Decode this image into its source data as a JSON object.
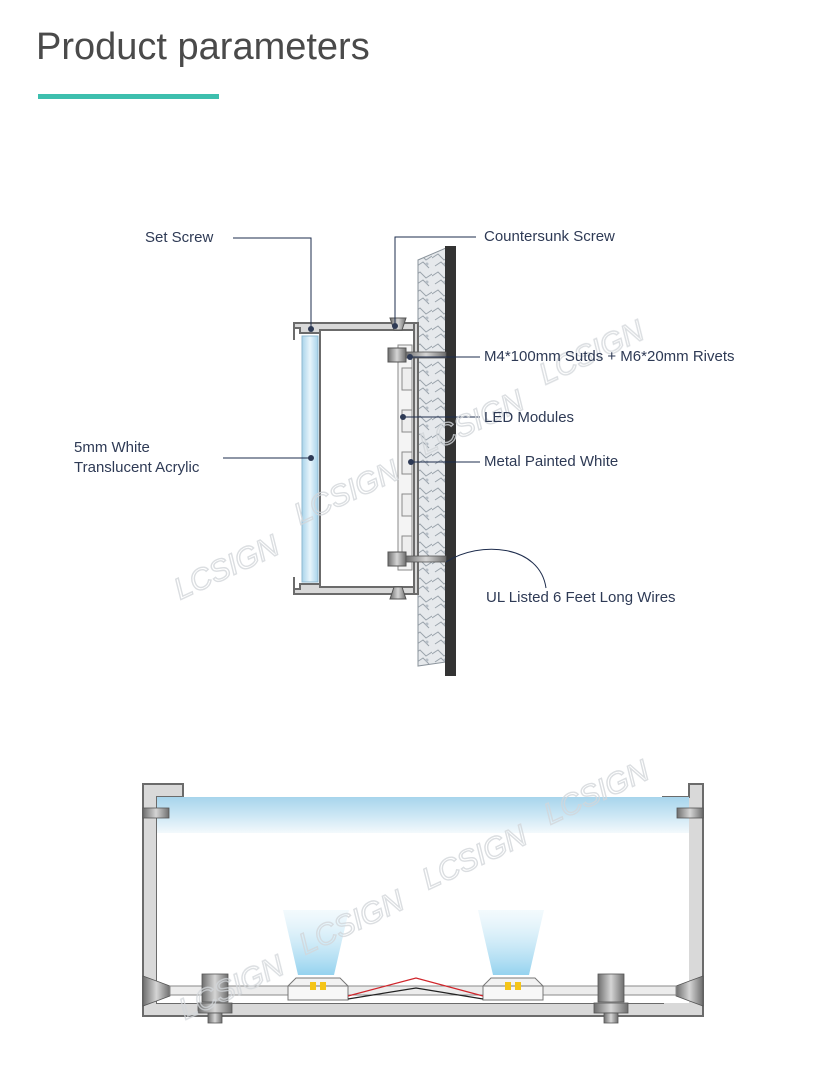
{
  "page": {
    "title": "Product parameters",
    "accent_color": "#3dbfae"
  },
  "diagram": {
    "labels": {
      "set_screw": "Set Screw",
      "countersunk_screw": "Countersunk Screw",
      "studs_rivets": "M4*100mm Sutds + M6*20mm Rivets",
      "led_modules": "LED Modules",
      "acrylic_line1": "5mm White",
      "acrylic_line2": "Translucent Acrylic",
      "metal": "Metal Painted White",
      "wires": "UL Listed 6 Feet Long Wires"
    },
    "watermark": "LCSIGN",
    "colors": {
      "label_text": "#2e3a55",
      "leader_line": "#1e2d4d",
      "frame": "#6b6b6b",
      "frame_fill": "#d9d9d9",
      "acrylic": "#bfe1f2",
      "wall_dark": "#333333",
      "wire_red": "#d0252b"
    }
  }
}
